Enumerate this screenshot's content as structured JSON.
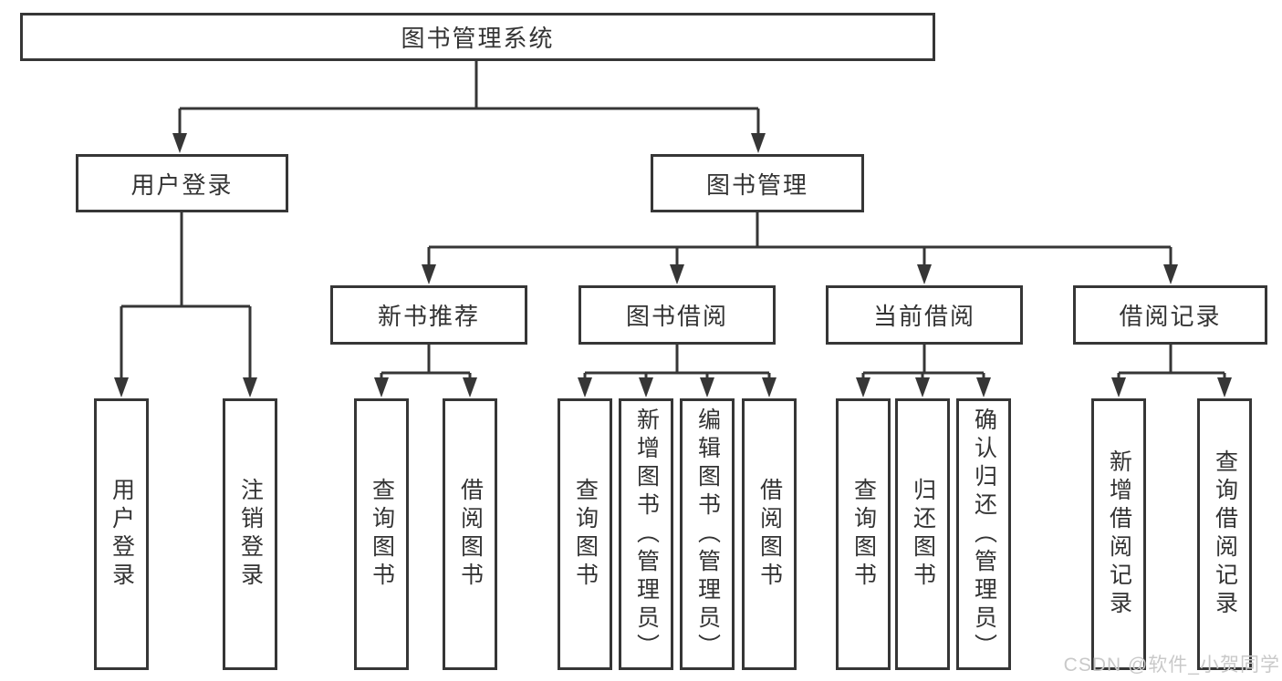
{
  "diagram": {
    "root": "图书管理系统",
    "level2": [
      {
        "label": "用户登录",
        "children": [
          "用户登录",
          "注销登录"
        ]
      },
      {
        "label": "图书管理",
        "groups": [
          {
            "label": "新书推荐",
            "children": [
              "查询图书",
              "借阅图书"
            ]
          },
          {
            "label": "图书借阅",
            "children": [
              "查询图书",
              "新增图书（管理员）",
              "编辑图书（管理员）",
              "借阅图书"
            ]
          },
          {
            "label": "当前借阅",
            "children": [
              "查询图书",
              "归还图书",
              "确认归还（管理员）"
            ]
          },
          {
            "label": "借阅记录",
            "children": [
              "新增借阅记录",
              "查询借阅记录"
            ]
          }
        ]
      }
    ]
  },
  "watermark": {
    "text": "CSDN @软件_小贺同学"
  },
  "colors": {
    "line": "#363636",
    "text": "#333333",
    "background": "#ffffff",
    "watermark": "#c9c9c9"
  }
}
